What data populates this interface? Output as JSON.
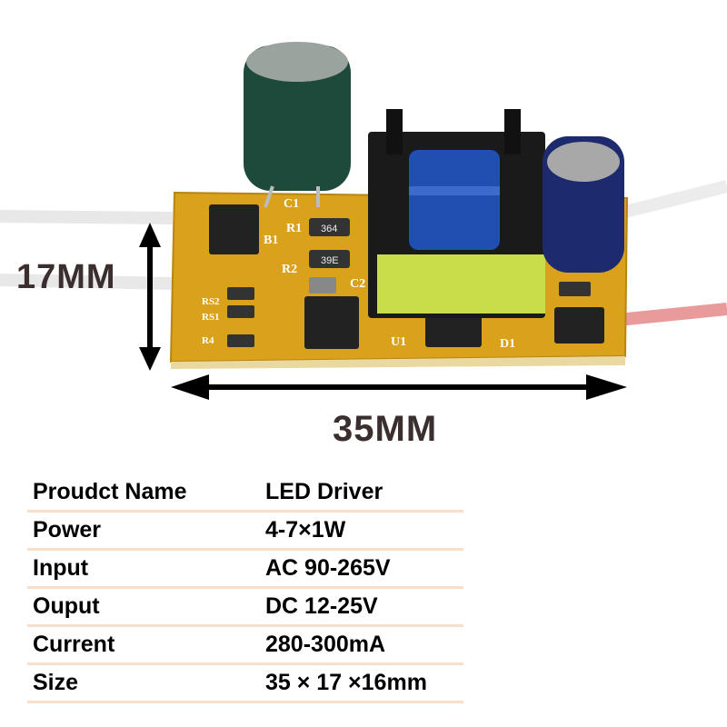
{
  "dimensions": {
    "height_label": "17MM",
    "width_label": "35MM"
  },
  "board_labels": [
    "R1",
    "R2",
    "C1",
    "C2",
    "B1",
    "D1",
    "U1",
    "RS2",
    "RS1",
    "R4"
  ],
  "component_codes": [
    "364",
    "39E"
  ],
  "specs": [
    {
      "label": "Proudct Name",
      "value": "LED Driver"
    },
    {
      "label": "Power",
      "value": "4-7×1W"
    },
    {
      "label": "Input",
      "value": "AC 90-265V"
    },
    {
      "label": "Ouput",
      "value": "DC 12-25V"
    },
    {
      "label": "Current",
      "value": "280-300mA"
    },
    {
      "label": "Size",
      "value": "35 × 17 ×16mm"
    }
  ],
  "colors": {
    "pcb": "#d9a21a",
    "transformer_core": "#c9dc4a",
    "coil": "#1f4fb0",
    "cap_green": "#1d4a3a",
    "cap_blue": "#1e2a6e",
    "divider": "#f8dfcc"
  }
}
